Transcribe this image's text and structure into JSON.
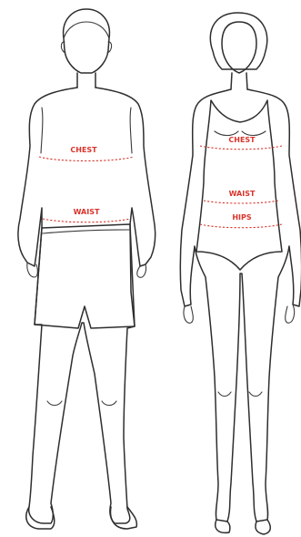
{
  "accent_color": "#d9342b",
  "outline_color": "#2e2e2e",
  "male": {
    "chest_label": "CHEST",
    "waist_label": "WAIST"
  },
  "female": {
    "chest_label": "CHEST",
    "waist_label": "WAIST",
    "hips_label": "HIPS"
  }
}
